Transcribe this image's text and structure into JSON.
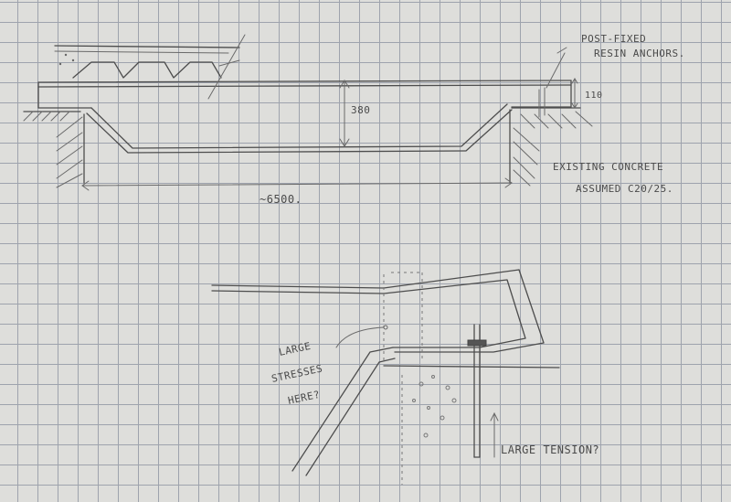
{
  "labels": {
    "anchors_line1": "POST-FIXED",
    "anchors_line2": "RESIN ANCHORS.",
    "dim_depth": "380",
    "dim_thickness": "110",
    "dim_span": "~6500.",
    "concrete_line1": "EXISTING CONCRETE",
    "concrete_line2": "ASSUMED C20/25.",
    "stress_line1": "LARGE",
    "stress_line2": "STRESSES",
    "stress_line3": "HERE?",
    "tension": "LARGE TENSION?"
  }
}
